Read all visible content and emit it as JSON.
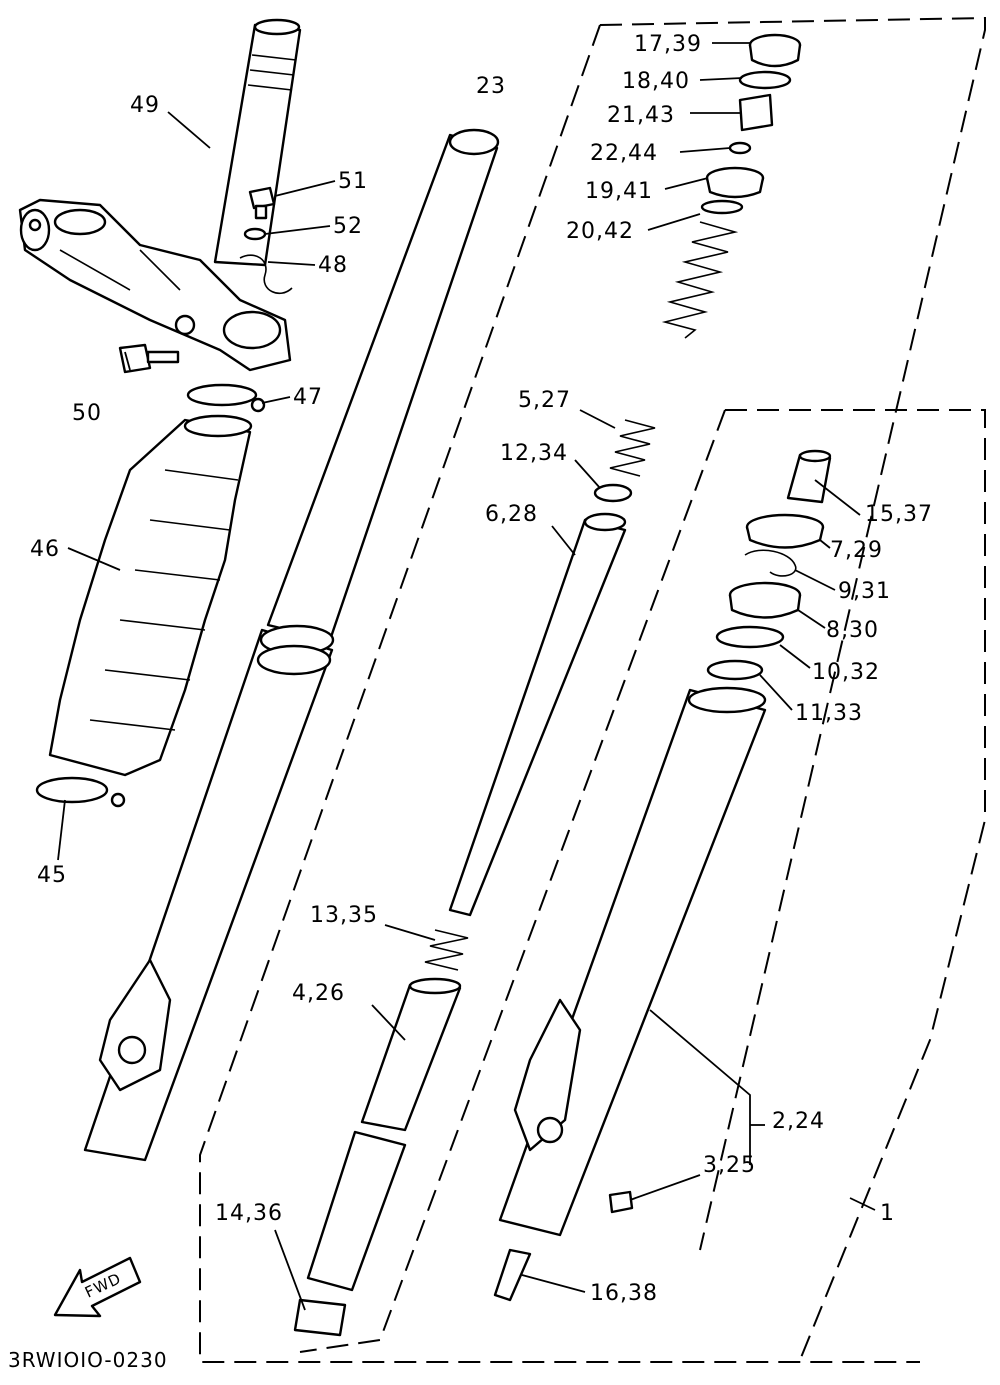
{
  "diagram_code": "3RWIOIO-0230",
  "fwd_label": "FWD",
  "callouts": {
    "p17_39": "17,39",
    "p18_40": "18,40",
    "p21_43": "21,43",
    "p22_44": "22,44",
    "p19_41": "19,41",
    "p20_42": "20,42",
    "p23": "23",
    "p49": "49",
    "p51": "51",
    "p52": "52",
    "p48": "48",
    "p50": "50",
    "p47": "47",
    "p5_27": "5,27",
    "p12_34": "12,34",
    "p6_28": "6,28",
    "p15_37": "15,37",
    "p7_29": "7,29",
    "p46": "46",
    "p9_31": "9,31",
    "p8_30": "8,30",
    "p10_32": "10,32",
    "p11_33": "11,33",
    "p45": "45",
    "p13_35": "13,35",
    "p4_26": "4,26",
    "p2_24": "2,24",
    "p3_25": "3,25",
    "p1": "1",
    "p14_36": "14,36",
    "p16_38": "16,38"
  }
}
